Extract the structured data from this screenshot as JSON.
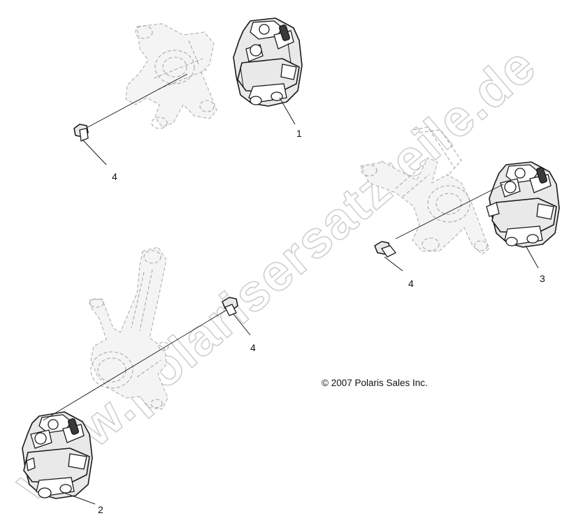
{
  "watermark": "www.polarisersatzteile.de",
  "copyright": "© 2007 Polaris Sales Inc.",
  "callouts": {
    "c1": "1",
    "c2": "2",
    "c3": "3",
    "c4a": "4",
    "c4b": "4",
    "c4c": "4"
  },
  "colors": {
    "line": "#1a1a1a",
    "ghost": "#a8a8a8",
    "watermark": "#cfcfcf"
  }
}
